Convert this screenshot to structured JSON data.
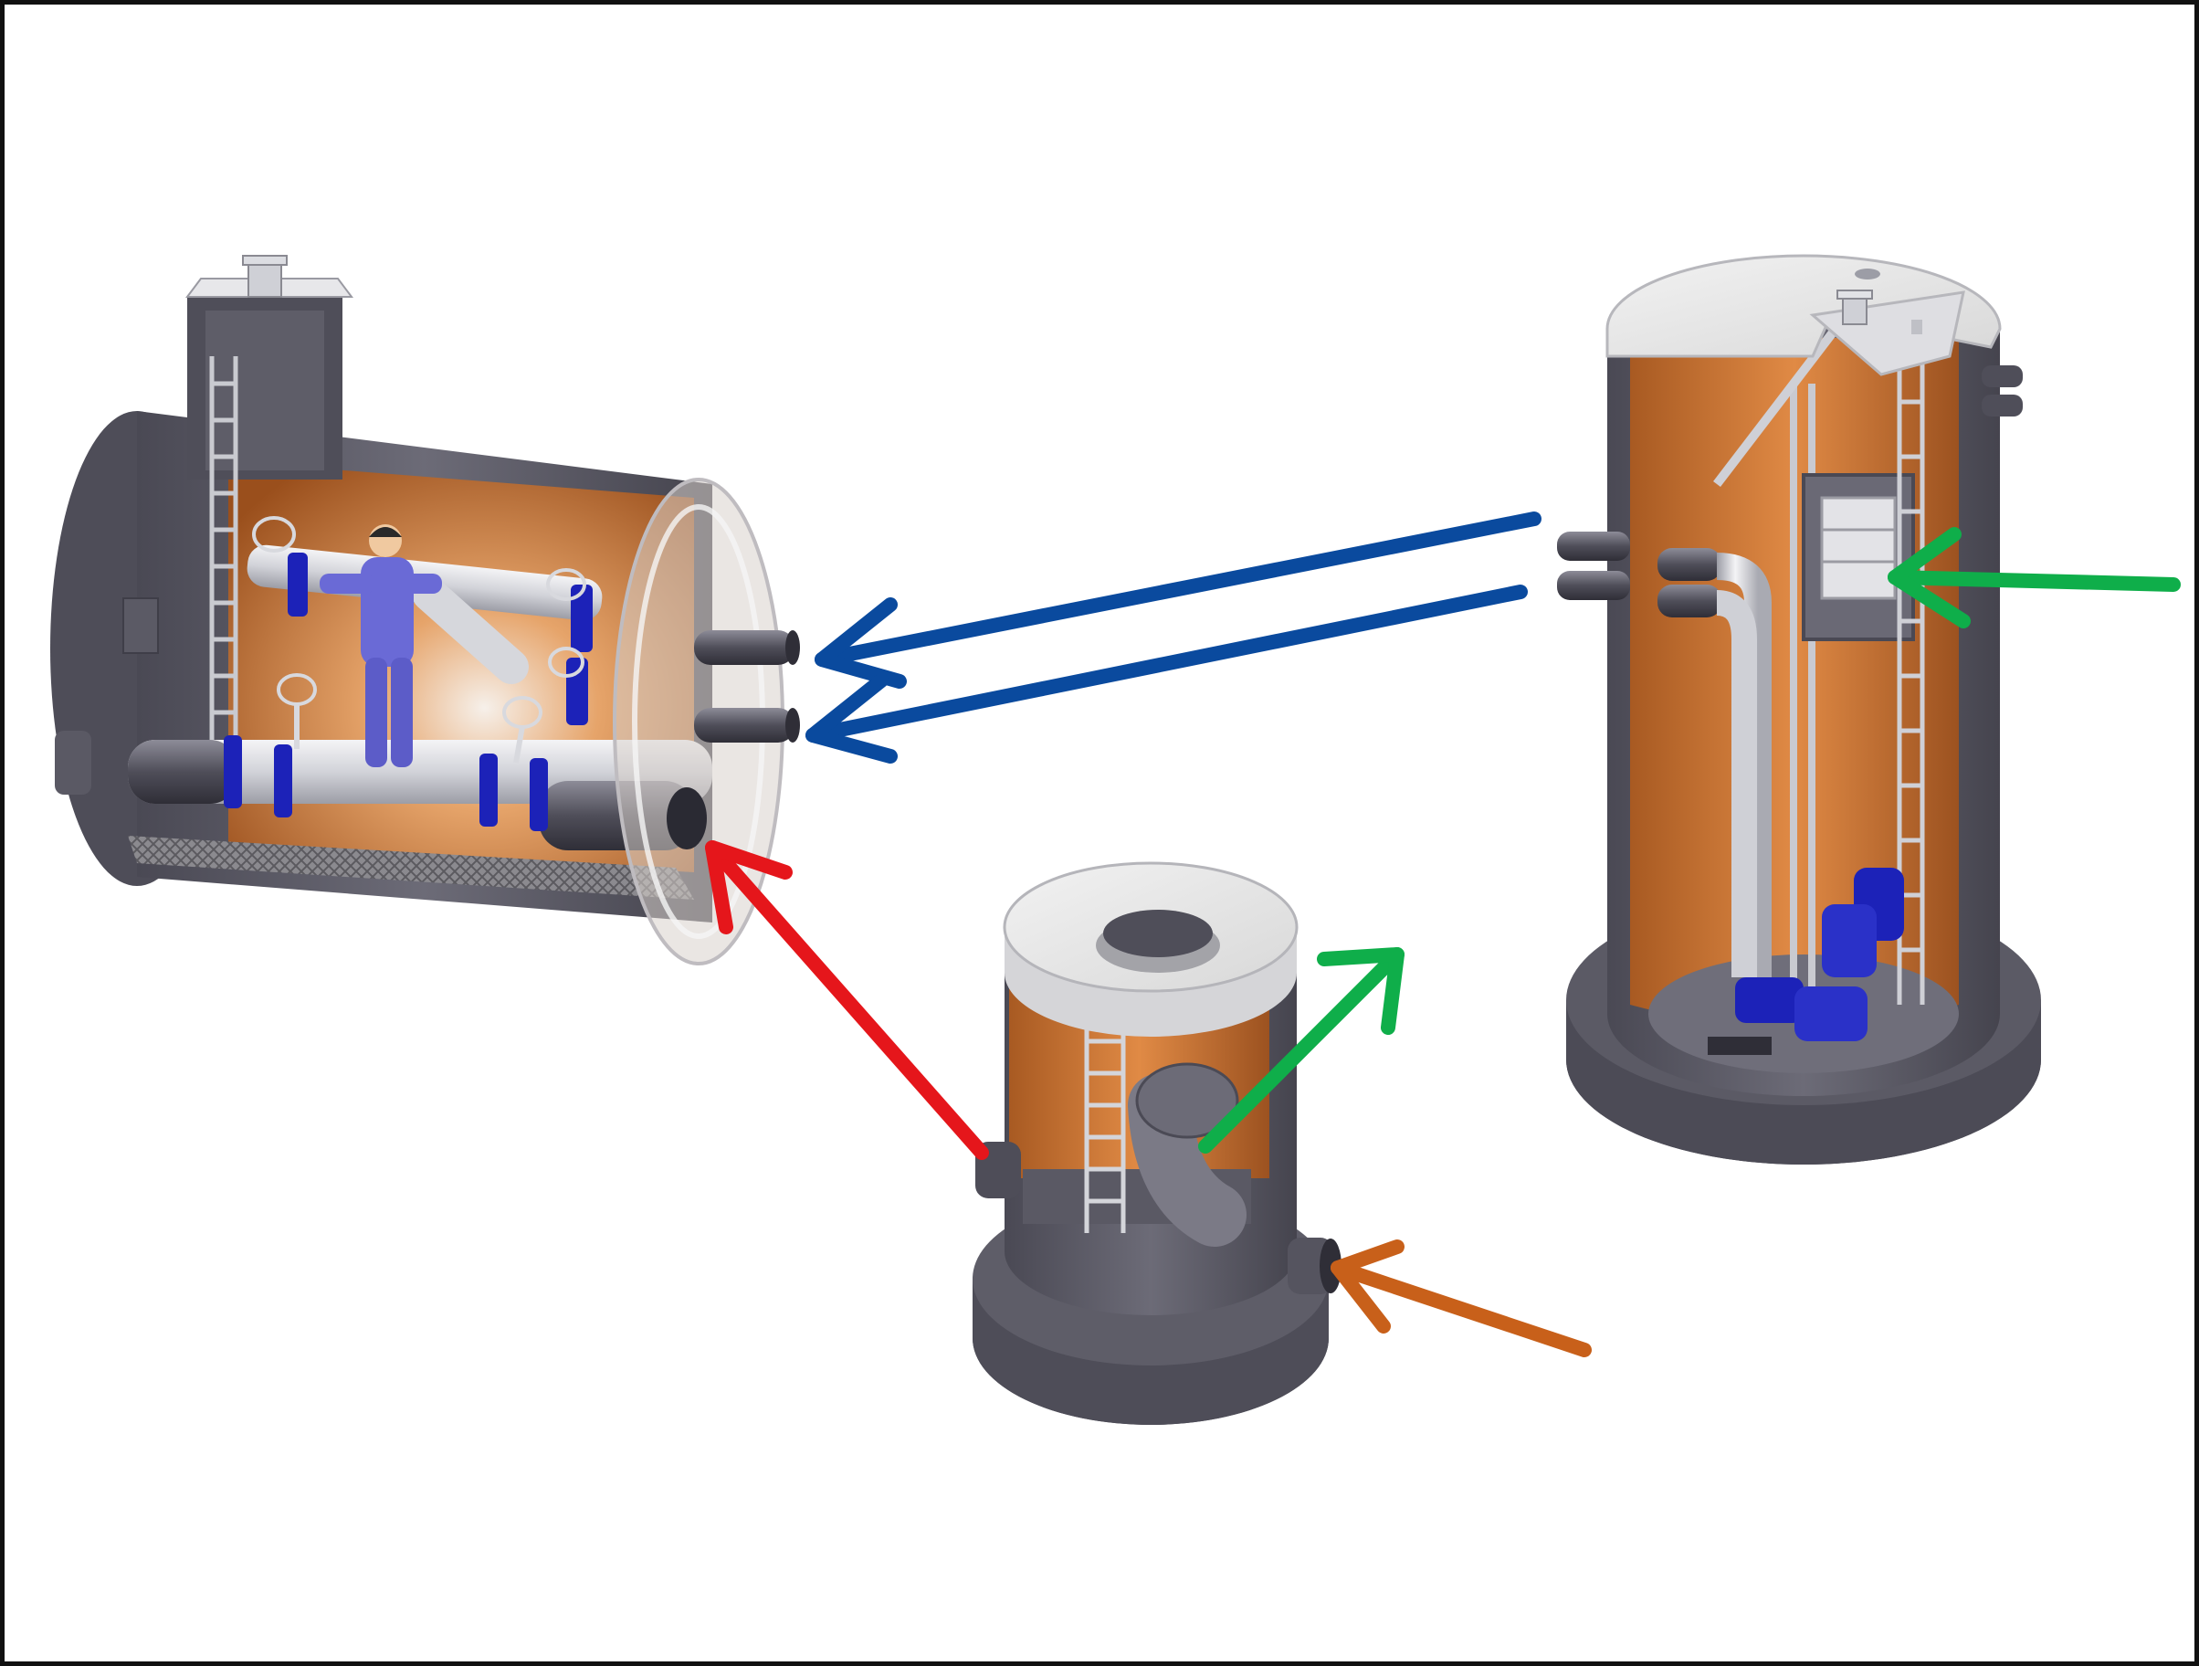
{
  "diagram": {
    "components": [
      {
        "id": "valve-chamber",
        "description_visible": false
      },
      {
        "id": "inlet-chamber",
        "description_visible": false
      },
      {
        "id": "pump-station",
        "description_visible": false
      }
    ],
    "arrows": [
      {
        "id": "arrow-pressure-line-1",
        "color": "#0a4a9e"
      },
      {
        "id": "arrow-pressure-line-2",
        "color": "#0a4a9e"
      },
      {
        "id": "arrow-outflow",
        "color": "#e5161b"
      },
      {
        "id": "arrow-inlet-to-station",
        "color": "#0fae4a"
      },
      {
        "id": "arrow-station-inflow",
        "color": "#0fae4a"
      },
      {
        "id": "arrow-raw-inflow",
        "color": "#c8601a"
      }
    ],
    "colors": {
      "concrete_dark": "#55545f",
      "concrete_mid": "#6b6a76",
      "interior": "#c8763a",
      "cover": "#e9e9e9",
      "pipe": "#dcdde2",
      "valve_blue": "#1c22b8",
      "frame": "#111111"
    }
  }
}
